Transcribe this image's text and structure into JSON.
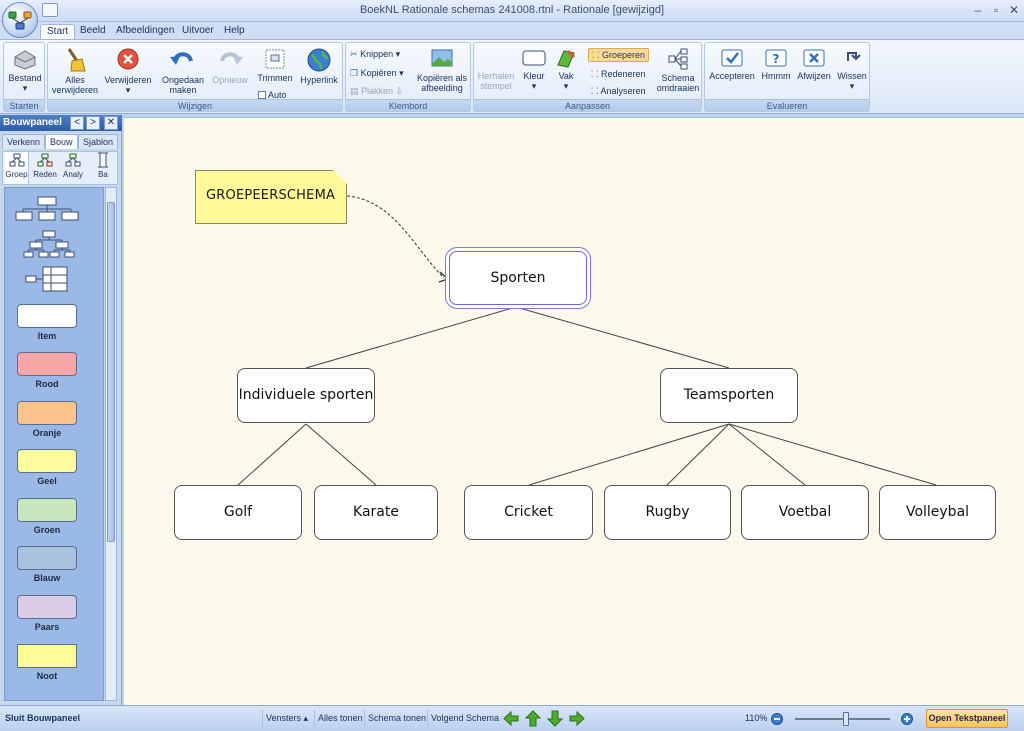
{
  "window": {
    "title": "BoekNL Rationale schemas 241008.rtnl - Rationale [gewijzigd]",
    "minimize": "–",
    "restore": "▫",
    "close": "✕"
  },
  "tabs": [
    {
      "label": "Start"
    },
    {
      "label": "Beeld"
    },
    {
      "label": "Afbeeldingen"
    },
    {
      "label": "Uitvoer"
    },
    {
      "label": "Help"
    }
  ],
  "ribbon": {
    "starten": {
      "label": "Starten",
      "bestand": "Bestand"
    },
    "wijzigen": {
      "label": "Wijzigen",
      "alles_verwijderen_1": "Alles",
      "alles_verwijderen_2": "verwijderen",
      "verwijderen": "Verwijderen",
      "ongedaan_1": "Ongedaan",
      "ongedaan_2": "maken",
      "opnieuw": "Opnieuw",
      "trimmen": "Trimmen",
      "auto": "Auto",
      "hyperlink": "Hyperlink"
    },
    "klembord": {
      "label": "Klembord",
      "knippen": "Knippen",
      "kopieren": "Kopiëren",
      "plakken": "Plakken",
      "kopieren_als_1": "Kopiëren als",
      "kopieren_als_2": "afbeelding"
    },
    "aanpassen": {
      "label": "Aanpassen",
      "herhalen_1": "Herhalen",
      "herhalen_2": "stempel",
      "kleur": "Kleur",
      "vak": "Vak",
      "groeperen": "Groeperen",
      "redeneren": "Redeneren",
      "analyseren": "Analyseren",
      "schema_1": "Schema",
      "schema_2": "omdraaien"
    },
    "evalueren": {
      "label": "Evalueren",
      "accepteren": "Accepteren",
      "hmmm": "Hmmm",
      "afwijzen": "Afwijzen",
      "wissen": "Wissen"
    }
  },
  "panel": {
    "title": "Bouwpaneel",
    "nav_prev": "<",
    "nav_next": ">",
    "nav_close": "✕",
    "tabs": [
      "Verkenn",
      "Bouw",
      "Sjablon"
    ],
    "subtabs": [
      "Groep",
      "Reden",
      "Analy",
      "Ba"
    ],
    "swatches": [
      {
        "label": "Item",
        "color": "#ffffff"
      },
      {
        "label": "Rood",
        "color": "#f7a6a6"
      },
      {
        "label": "Oranje",
        "color": "#fcc48a"
      },
      {
        "label": "Geel",
        "color": "#fdfc9e"
      },
      {
        "label": "Groen",
        "color": "#c7e6bd"
      },
      {
        "label": "Blauw",
        "color": "#a9c3de"
      },
      {
        "label": "Paars",
        "color": "#dccbe6"
      },
      {
        "label": "Noot",
        "color": "#fffc98"
      }
    ]
  },
  "diagram": {
    "note": "GROEPEERSCHEMA",
    "root": "Sporten",
    "groups": [
      "Individuele sporten",
      "Teamsporten"
    ],
    "individual": [
      "Golf",
      "Karate"
    ],
    "team": [
      "Cricket",
      "Rugby",
      "Voetbal",
      "Volleybal"
    ]
  },
  "statusbar": {
    "sluit": "Sluit Bouwpaneel",
    "vensters": "Vensters",
    "alles_tonen": "Alles tonen",
    "schema_tonen": "Schema tonen",
    "volgend_schema": "Volgend Schema",
    "zoom": "110%",
    "open_tekstpaneel": "Open Tekstpaneel"
  },
  "colors": {
    "accent": "#2d5ba6",
    "canvas": "#fdf8ec",
    "highlight": "#fcd99a",
    "arrow_green": "#4caf2a"
  }
}
